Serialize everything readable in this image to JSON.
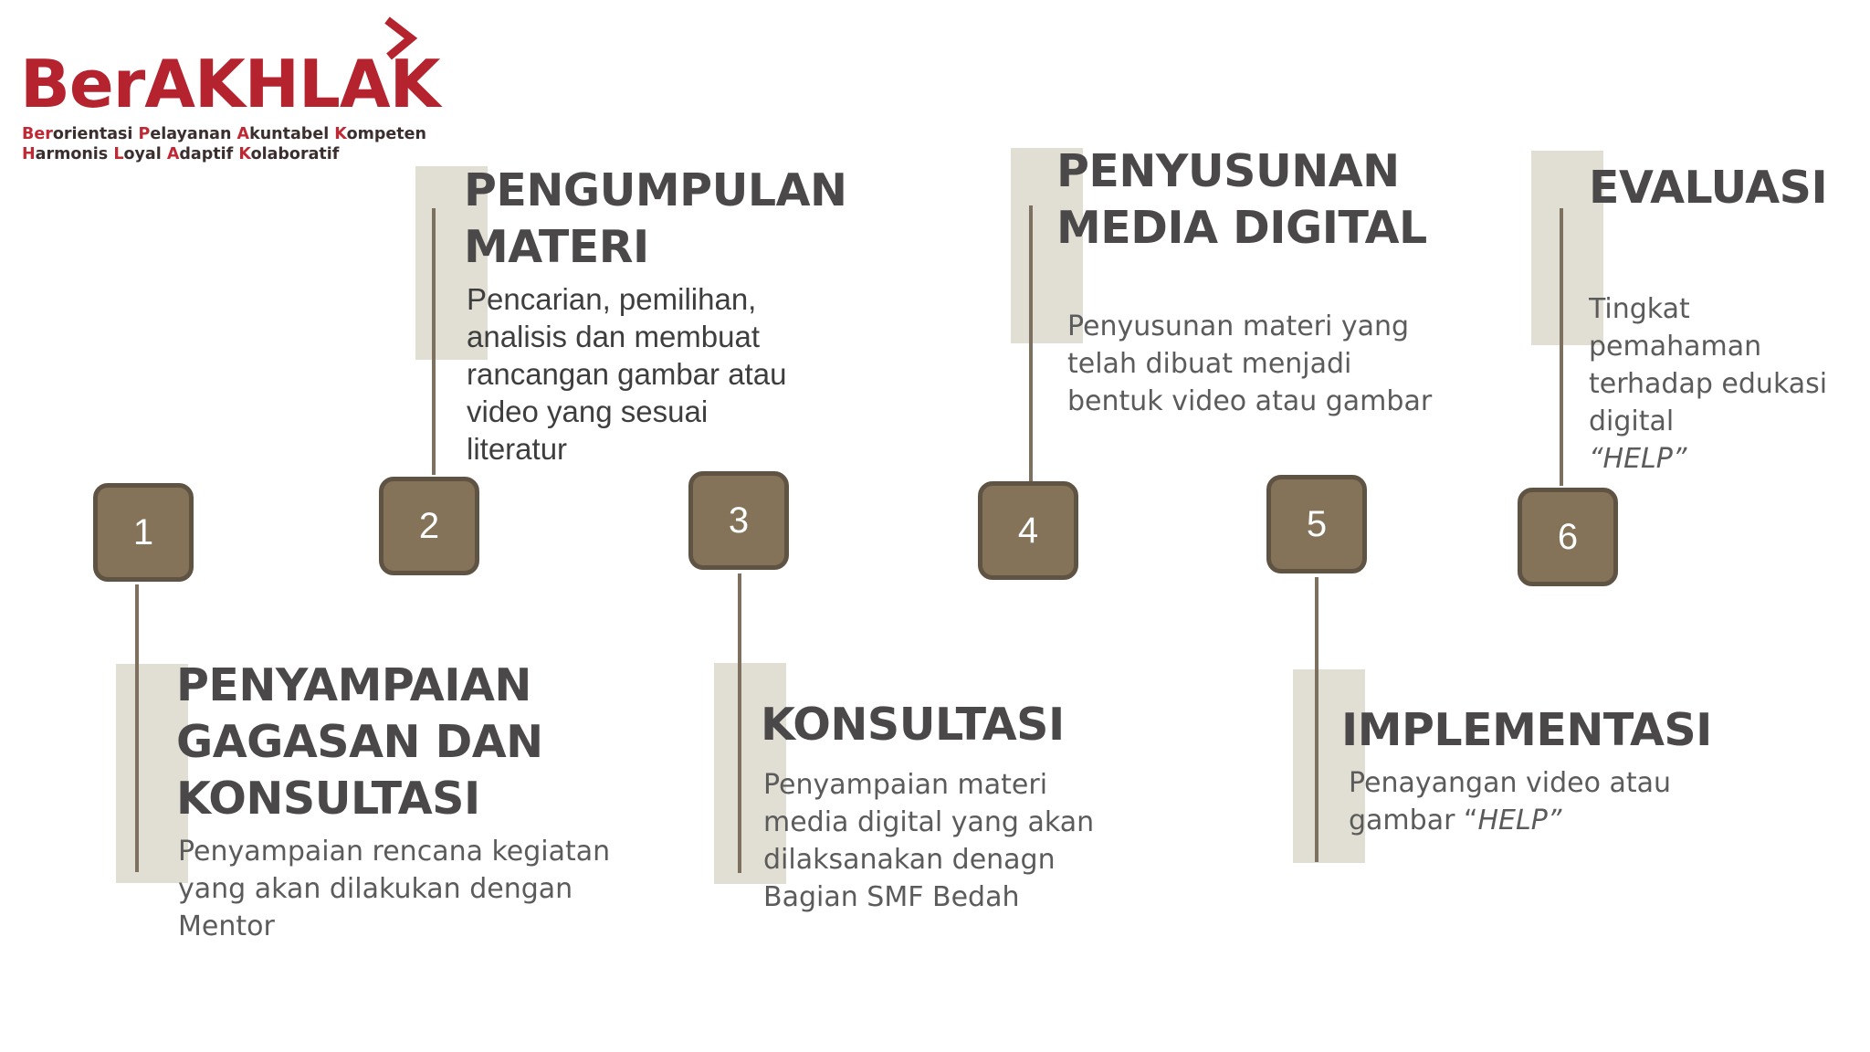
{
  "logo": {
    "word": "BerAKHLAK",
    "tagline_line1": [
      {
        "t": "Ber",
        "hl": true
      },
      {
        "t": "orientasi ",
        "hl": false
      },
      {
        "t": "P",
        "hl": true
      },
      {
        "t": "elayanan ",
        "hl": false
      },
      {
        "t": "A",
        "hl": true
      },
      {
        "t": "kuntabel ",
        "hl": false
      },
      {
        "t": "K",
        "hl": true
      },
      {
        "t": "ompeten",
        "hl": false
      }
    ],
    "tagline_line2": [
      {
        "t": "H",
        "hl": true
      },
      {
        "t": "armonis ",
        "hl": false
      },
      {
        "t": "L",
        "hl": true
      },
      {
        "t": "oyal ",
        "hl": false
      },
      {
        "t": "A",
        "hl": true
      },
      {
        "t": "daptif ",
        "hl": false
      },
      {
        "t": "K",
        "hl": true
      },
      {
        "t": "olaboratif",
        "hl": false
      }
    ]
  },
  "colors": {
    "brand_red": "#b5232f",
    "box_fill": "#847358",
    "box_border": "#5f5344",
    "stem": "#7d705e",
    "pale_rect": "#e1ded3",
    "title_text": "#4a4848"
  },
  "steps": [
    {
      "number": "1",
      "title": "PENYAMPAIAN\nGAGASAN DAN\nKONSULTASI",
      "description": "Penyampaian  rencana kegiatan\nyang akan dilakukan dengan\nMentor"
    },
    {
      "number": "2",
      "title": "PENGUMPULAN\nMATERI",
      "description": "Pencarian, pemilihan,\nanalisis dan membuat\nrancangan gambar atau\nvideo yang sesuai\nliteratur"
    },
    {
      "number": "3",
      "title": "KONSULTASI",
      "description": "Penyampaian materi\nmedia digital yang akan\ndilaksanakan denagn\nBagian SMF Bedah"
    },
    {
      "number": "4",
      "title": "PENYUSUNAN\nMEDIA DIGITAL",
      "description": "Penyusunan materi yang\ntelah dibuat menjadi\nbentuk video atau gambar"
    },
    {
      "number": "5",
      "title": "IMPLEMENTASI",
      "description": "Penayangan video atau\ngambar “",
      "description_em": "HELP”"
    },
    {
      "number": "6",
      "title": "EVALUASI",
      "description": "Tingkat pemahaman\nterhadap edukasi digital\n",
      "description_em": "“HELP”"
    }
  ]
}
